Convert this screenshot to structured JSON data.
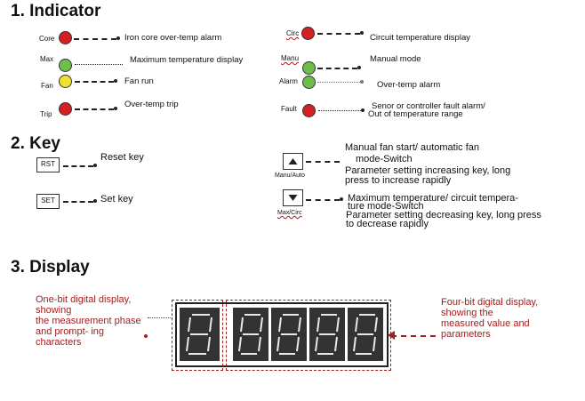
{
  "sections": {
    "indicator": "1.  Indicator",
    "key": "2.  Key",
    "display": "3.  Display"
  },
  "indicators": {
    "core": {
      "label": "Core",
      "desc": "Iron core over-temp alarm"
    },
    "max": {
      "label": "Max",
      "desc": "Maximum temperature display"
    },
    "fan": {
      "label": "Fan",
      "desc": "Fan run"
    },
    "trip": {
      "label": "Trip",
      "desc": "Over-temp trip"
    },
    "circ": {
      "label": "Circ",
      "desc": "Circuit temperature display"
    },
    "manu": {
      "label": "Manu",
      "desc": "Manual mode"
    },
    "alarm": {
      "label": "Alarm",
      "desc": "Over-temp alarm"
    },
    "fault": {
      "label": "Fault",
      "desc_line1": "Senor or controller fault alarm/",
      "desc_line2": "Out of temperature range"
    }
  },
  "keys": {
    "rst": {
      "label": "RST",
      "desc": "Reset  key"
    },
    "set": {
      "label": "SET",
      "desc": "Set  key"
    },
    "up": {
      "caption": "Manu/Auto",
      "desc_line1": "Manual fan start/ automatic fan",
      "desc_line2": "mode-Switch",
      "desc_line3": "Parameter setting increasing key, long",
      "desc_line4": "press to increase rapidly"
    },
    "down": {
      "caption": "Max/Circ",
      "desc_line1": "Maximum temperature/ circuit tempera-",
      "desc_line2": "ture mode-Switch",
      "desc_line3": "Parameter setting decreasing key, long press",
      "desc_line4": "to decrease rapidly"
    }
  },
  "display": {
    "left_line1": "One-bit digital  display,",
    "left_line2": "showing",
    "left_line3": "the measurement phase",
    "left_line4": "and prompt-  ing",
    "left_line5": "characters",
    "right_line1": "Four-bit digital display,",
    "right_line2": "showing the",
    "right_line3": "measured value and",
    "right_line4": "parameters"
  },
  "colors": {
    "red_lamp": "#d42020",
    "green_lamp": "#6cc04a",
    "yellow_lamp": "#f2e030",
    "annotation": "#a31e1e"
  }
}
